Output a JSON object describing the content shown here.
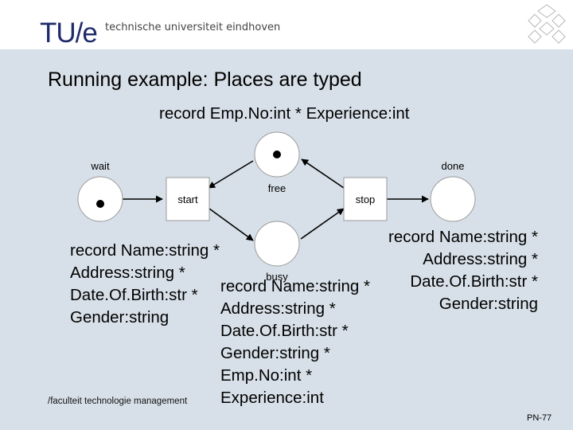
{
  "header": {
    "logo": "TU/e",
    "university": "technische universiteit eindhoven"
  },
  "slide": {
    "title": "Running example: Places are typed",
    "net": {
      "places": [
        {
          "id": "wait",
          "label": "wait",
          "token": true
        },
        {
          "id": "free",
          "label": "free",
          "token": true
        },
        {
          "id": "busy",
          "label": "busy",
          "token": false
        },
        {
          "id": "done",
          "label": "done",
          "token": false
        }
      ],
      "transitions": [
        {
          "id": "start",
          "label": "start"
        },
        {
          "id": "stop",
          "label": "stop"
        }
      ]
    },
    "types": {
      "free": [
        "record Emp.No:int * Experience:int"
      ],
      "wait": [
        "record Name:string *",
        "Address:string *",
        "Date.Of.Birth:str *",
        "Gender:string"
      ],
      "done": [
        "record Name:string *",
        "Address:string *",
        "Date.Of.Birth:str *",
        "Gender:string"
      ],
      "busy": [
        "record Name:string *",
        "Address:string *",
        "Date.Of.Birth:str *",
        "Gender:string *",
        "Emp.No:int *",
        "Experience:int"
      ]
    }
  },
  "footer": {
    "department": "/faculteit technologie management",
    "page": "PN-77"
  }
}
